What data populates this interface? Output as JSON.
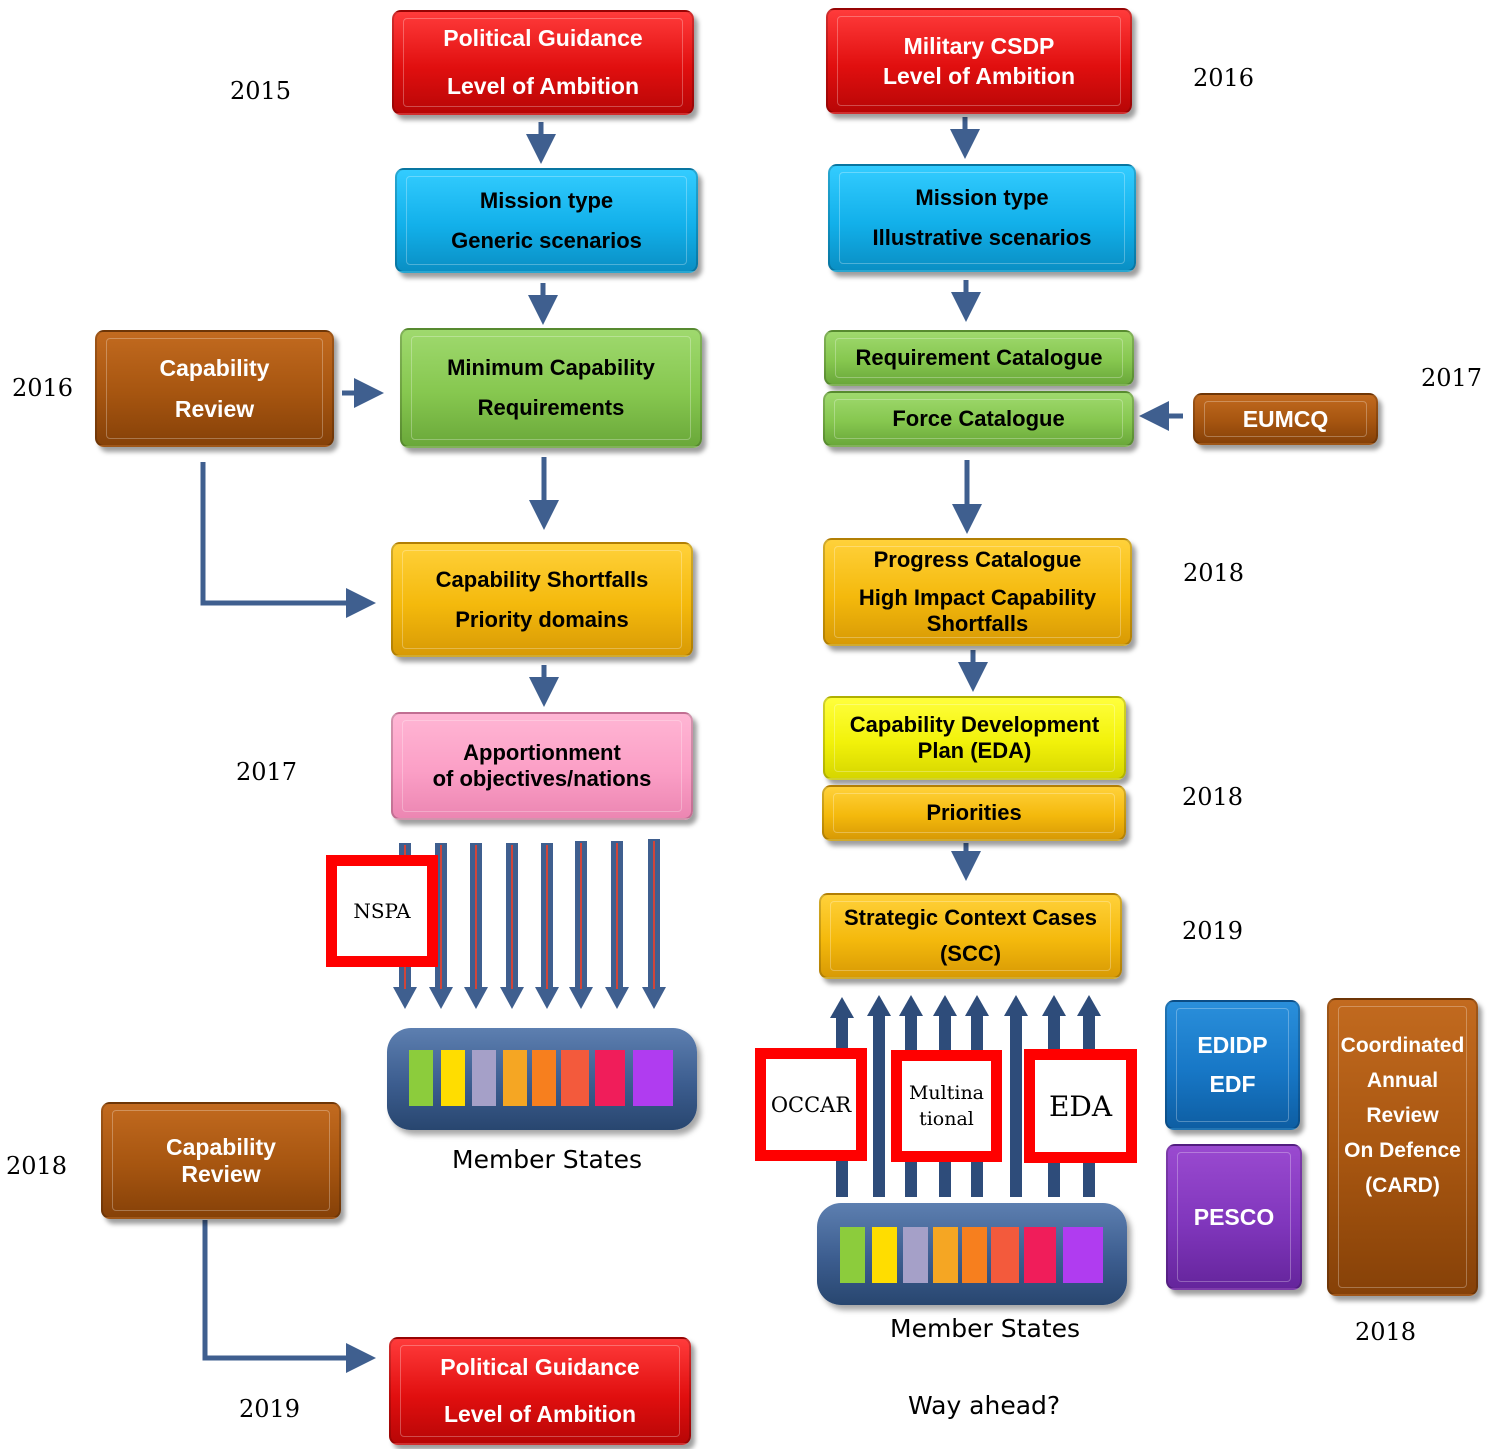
{
  "left": {
    "pg_top": [
      "Political Guidance",
      "Level of Ambition"
    ],
    "mission": [
      "Mission type",
      "Generic scenarios"
    ],
    "capability_review_1": [
      "Capability",
      "Review"
    ],
    "min_cap": [
      "Minimum Capability",
      "Requirements"
    ],
    "shortfalls": [
      "Capability Shortfalls",
      "Priority domains"
    ],
    "apportionment": [
      "Apportionment",
      "of objectives/nations"
    ],
    "nspa": "NSPA",
    "member_states": "Member States",
    "capability_review_2": [
      "Capability",
      "Review"
    ],
    "pg_bottom": [
      "Political Guidance",
      "Level of Ambition"
    ]
  },
  "right": {
    "csdp": [
      "Military CSDP",
      "Level of Ambition"
    ],
    "mission": [
      "Mission type",
      "Illustrative scenarios"
    ],
    "requirement_catalogue": "Requirement Catalogue",
    "force_catalogue": "Force Catalogue",
    "eumcq": "EUMCQ",
    "progress": [
      "Progress Catalogue",
      "High Impact Capability",
      "Shortfalls"
    ],
    "cdp": [
      "Capability Development",
      "Plan (EDA)"
    ],
    "priorities": "Priorities",
    "scc": [
      "Strategic Context Cases",
      "(SCC)"
    ],
    "occar": "OCCAR",
    "multinational": [
      "Multina",
      "tional"
    ],
    "eda": "EDA",
    "member_states": "Member States",
    "way_ahead": "Way ahead?",
    "edidp": [
      "EDIDP",
      "EDF"
    ],
    "pesco": "PESCO",
    "card": [
      "Coordinated",
      "Annual",
      "Review",
      "On Defence",
      "(CARD)"
    ]
  },
  "years": {
    "y2015_left": "2015",
    "y2016_right": "2016",
    "y2016_left": "2016",
    "y2017_right": "2017",
    "y2018_progress": "2018",
    "y2017_left": "2017",
    "y2018_priorities": "2018",
    "y2019_scc": "2019",
    "y2018_review": "2018",
    "y2018_card": "2018",
    "y2019_pg": "2019"
  },
  "colors": {
    "arrow": "#3f5f8f",
    "arrow_stripe": "#d0453a",
    "frame": "#ff0000",
    "stripes": [
      "#8ccc3c",
      "#ffdd00",
      "#a5a0c8",
      "#f5a623",
      "#f77f1e",
      "#f35a3c",
      "#f01d5a",
      "#b03cf0"
    ]
  }
}
